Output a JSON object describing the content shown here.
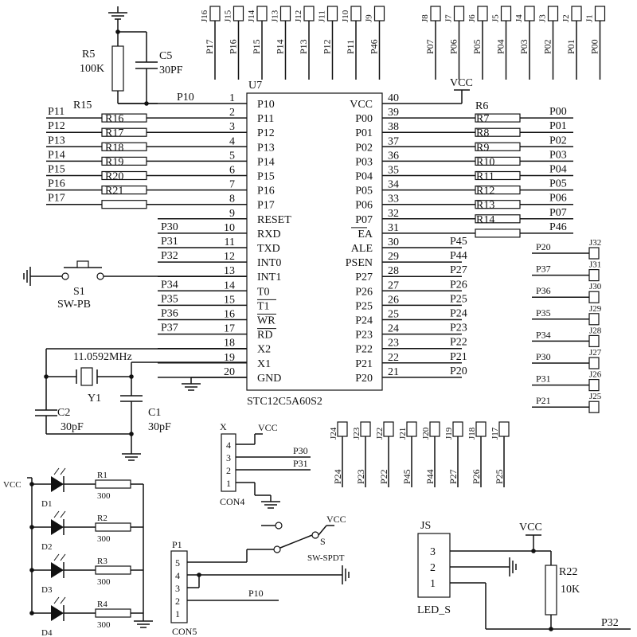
{
  "ic": {
    "ref": "U7",
    "part": "STC12C5A60S2",
    "left_pins": [
      {
        "num": "1",
        "name": "P10"
      },
      {
        "num": "2",
        "name": "P11"
      },
      {
        "num": "3",
        "name": "P12"
      },
      {
        "num": "4",
        "name": "P13"
      },
      {
        "num": "5",
        "name": "P14"
      },
      {
        "num": "6",
        "name": "P15"
      },
      {
        "num": "7",
        "name": "P16"
      },
      {
        "num": "8",
        "name": "P17"
      },
      {
        "num": "9",
        "name": "RESET"
      },
      {
        "num": "10",
        "name": "RXD"
      },
      {
        "num": "11",
        "name": "TXD"
      },
      {
        "num": "12",
        "name": "INT0"
      },
      {
        "num": "13",
        "name": "INT1"
      },
      {
        "num": "14",
        "name": "T0"
      },
      {
        "num": "15",
        "name": "T1"
      },
      {
        "num": "16",
        "name": "WR"
      },
      {
        "num": "17",
        "name": "RD"
      },
      {
        "num": "18",
        "name": "X2"
      },
      {
        "num": "19",
        "name": "X1"
      },
      {
        "num": "20",
        "name": "GND"
      }
    ],
    "right_pins": [
      {
        "num": "40",
        "name": "VCC"
      },
      {
        "num": "39",
        "name": "P00"
      },
      {
        "num": "38",
        "name": "P01"
      },
      {
        "num": "37",
        "name": "P02"
      },
      {
        "num": "36",
        "name": "P03"
      },
      {
        "num": "35",
        "name": "P04"
      },
      {
        "num": "34",
        "name": "P05"
      },
      {
        "num": "33",
        "name": "P06"
      },
      {
        "num": "32",
        "name": "P07"
      },
      {
        "num": "31",
        "name": "EA"
      },
      {
        "num": "30",
        "name": "ALE"
      },
      {
        "num": "29",
        "name": "PSEN"
      },
      {
        "num": "28",
        "name": "P27"
      },
      {
        "num": "27",
        "name": "P26"
      },
      {
        "num": "26",
        "name": "P25"
      },
      {
        "num": "25",
        "name": "P24"
      },
      {
        "num": "24",
        "name": "P23"
      },
      {
        "num": "23",
        "name": "P22"
      },
      {
        "num": "22",
        "name": "P21"
      },
      {
        "num": "21",
        "name": "P20"
      }
    ]
  },
  "left_nets": [
    "P10",
    "P11",
    "P12",
    "P13",
    "P14",
    "P15",
    "P16",
    "P17",
    "",
    "P30",
    "P31",
    "P32",
    "",
    "P34",
    "P35",
    "P36",
    "P37"
  ],
  "right_nets": [
    "",
    "P00",
    "P01",
    "P02",
    "P03",
    "P04",
    "P05",
    "P06",
    "P07",
    "P46",
    "P45",
    "P44",
    "P27",
    "P26",
    "P25",
    "P24",
    "P23",
    "P22",
    "P21",
    "P20"
  ],
  "left_resistors": [
    "R16",
    "R17",
    "R18",
    "R19",
    "R20",
    "R21"
  ],
  "left_resistor_group": "R15",
  "right_resistors": [
    "R7",
    "R8",
    "R9",
    "R10",
    "R11",
    "R12",
    "R13",
    "R14"
  ],
  "right_resistor_group": "R6",
  "top_headers": [
    {
      "ref": "J16",
      "net": "P17"
    },
    {
      "ref": "J15",
      "net": "P16"
    },
    {
      "ref": "J14",
      "net": "P15"
    },
    {
      "ref": "J13",
      "net": "P14"
    },
    {
      "ref": "J12",
      "net": "P13"
    },
    {
      "ref": "J11",
      "net": "P12"
    },
    {
      "ref": "J10",
      "net": "P11"
    },
    {
      "ref": "J9",
      "net": "P46"
    },
    {
      "ref": "J8",
      "net": "P07"
    },
    {
      "ref": "J7",
      "net": "P06"
    },
    {
      "ref": "J6",
      "net": "P05"
    },
    {
      "ref": "J5",
      "net": "P04"
    },
    {
      "ref": "J4",
      "net": "P03"
    },
    {
      "ref": "J3",
      "net": "P02"
    },
    {
      "ref": "J2",
      "net": "P01"
    },
    {
      "ref": "J1",
      "net": "P00"
    }
  ],
  "right_headers": [
    {
      "ref": "J32",
      "net": "P20"
    },
    {
      "ref": "J31",
      "net": "P37"
    },
    {
      "ref": "J30",
      "net": "P36"
    },
    {
      "ref": "J29",
      "net": "P35"
    },
    {
      "ref": "J28",
      "net": "P34"
    },
    {
      "ref": "J27",
      "net": "P30"
    },
    {
      "ref": "J26",
      "net": "P31"
    },
    {
      "ref": "J25",
      "net": "P21"
    }
  ],
  "bottom_headers": [
    {
      "ref": "J24",
      "net": "P24"
    },
    {
      "ref": "J23",
      "net": "P23"
    },
    {
      "ref": "J22",
      "net": "P22"
    },
    {
      "ref": "J21",
      "net": "P45"
    },
    {
      "ref": "J20",
      "net": "P44"
    },
    {
      "ref": "J19",
      "net": "P27"
    },
    {
      "ref": "J18",
      "net": "P26"
    },
    {
      "ref": "J17",
      "net": "P25"
    }
  ],
  "reset": {
    "r_ref": "R5",
    "r_val": "100K",
    "c_ref": "C5",
    "c_val": "30PF"
  },
  "vcc": "VCC",
  "switch": {
    "ref": "S1",
    "type": "SW-PB"
  },
  "crystal": {
    "ref": "Y1",
    "freq": "11.0592MHz",
    "c2_ref": "C2",
    "c2_val": "30pF",
    "c1_ref": "C1",
    "c1_val": "30pF"
  },
  "con4": {
    "ref": "CON4",
    "header": "X",
    "pins": [
      "4",
      "3",
      "2",
      "1"
    ],
    "net_3": "P30",
    "net_2": "P31"
  },
  "leds": [
    {
      "d": "D1",
      "r": "R1",
      "val": "300"
    },
    {
      "d": "D2",
      "r": "R2",
      "val": "300"
    },
    {
      "d": "D3",
      "r": "R3",
      "val": "300"
    },
    {
      "d": "D4",
      "r": "R4",
      "val": "300"
    }
  ],
  "con5": {
    "ref": "CON5",
    "header": "P1",
    "pins": [
      "5",
      "4",
      "3",
      "2",
      "1"
    ],
    "net_2": "P10"
  },
  "spdt": {
    "ref": "S",
    "type": "SW-SPDT"
  },
  "js": {
    "ref": "JS",
    "label": "LED_S",
    "pins": [
      "3",
      "2",
      "1"
    ],
    "r_ref": "R22",
    "r_val": "10K",
    "net": "P32"
  }
}
